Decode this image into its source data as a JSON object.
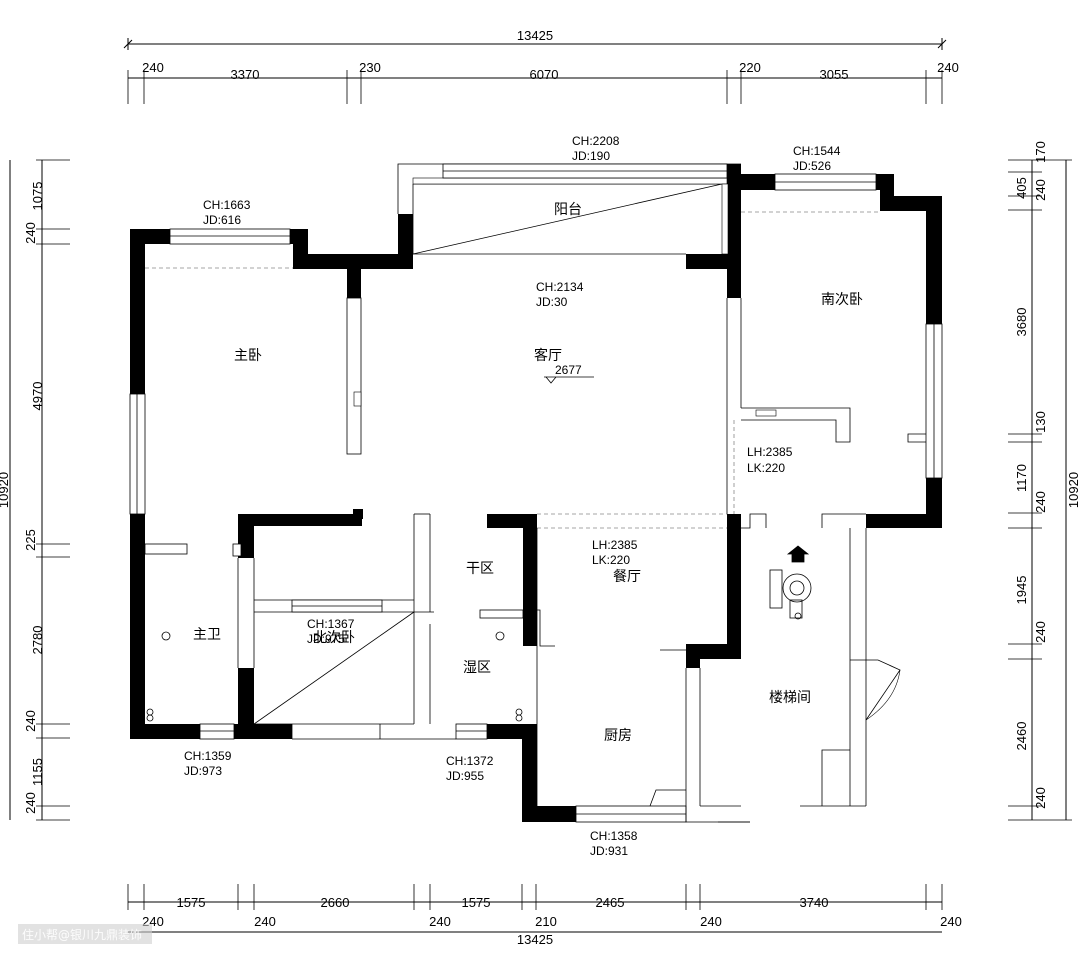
{
  "dimensions": {
    "top_total": "13425",
    "top": [
      "240",
      "3370",
      "230",
      "6070",
      "220",
      "3055",
      "240"
    ],
    "bottom": [
      "1575",
      "2660",
      "1575",
      "2465",
      "3740"
    ],
    "bottom_walls": [
      "240",
      "240",
      "240",
      "210",
      "240",
      "240"
    ],
    "bottom_total": "13425",
    "left": [
      "1075",
      "240",
      "4970",
      "225",
      "2780",
      "240",
      "1155",
      "240"
    ],
    "left_total": "10920",
    "right": [
      "170",
      "405",
      "240",
      "3680",
      "130",
      "1170",
      "240",
      "1945",
      "240",
      "2460",
      "240"
    ],
    "right_total": "10920"
  },
  "rooms": {
    "balcony": "阳台",
    "living": "客厅",
    "master_bedroom": "主卧",
    "south_bedroom": "南次卧",
    "master_bath": "主卫",
    "north_bedroom": "北次卧",
    "dry_zone": "干区",
    "wet_zone": "湿区",
    "dining": "餐厅",
    "kitchen": "厨房",
    "stairwell": "楼梯间"
  },
  "annotations": {
    "balcony_ch": "CH:2208",
    "balcony_jd": "JD:190",
    "south_ch": "CH:1544",
    "south_jd": "JD:526",
    "master_ch": "CH:1663",
    "master_jd": "JD:616",
    "living_ch": "CH:2134",
    "living_jd": "JD:30",
    "living_level": "2677",
    "lh1": "LH:2385",
    "lk1": "LK:220",
    "lh2": "LH:2385",
    "lk2": "LK:220",
    "north_ch": "CH:1367",
    "north_jd": "JD:975",
    "bath_ch": "CH:1359",
    "bath_jd": "JD:973",
    "wet_ch": "CH:1372",
    "wet_jd": "JD:955",
    "kitchen_ch": "CH:1358",
    "kitchen_jd": "JD:931"
  },
  "watermark": "住小帮@银川九鼎装饰"
}
